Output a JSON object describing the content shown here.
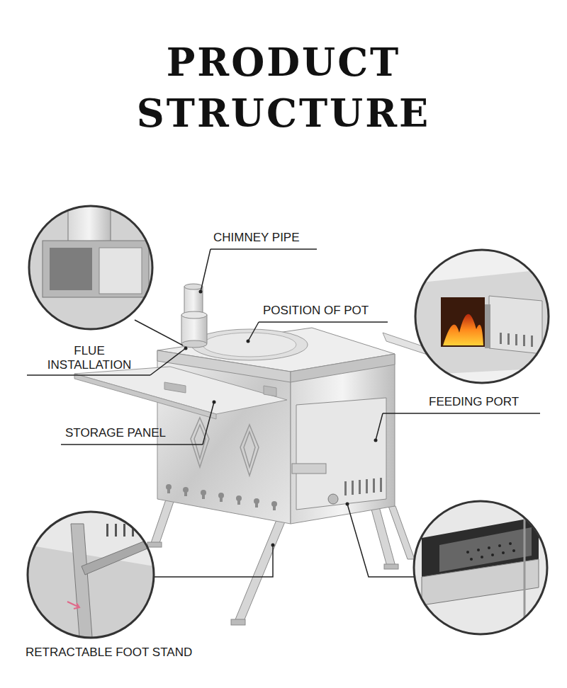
{
  "diagram": {
    "title": "PRODUCT STRUCTURE",
    "labels": [
      "CHIMNEY PIPE",
      "POSITION OF POT",
      "FLUE INSTALLATION",
      "FEEDING PORT",
      "STORAGE PANEL",
      "RETRACTABLE FOOT STAND"
    ]
  }
}
